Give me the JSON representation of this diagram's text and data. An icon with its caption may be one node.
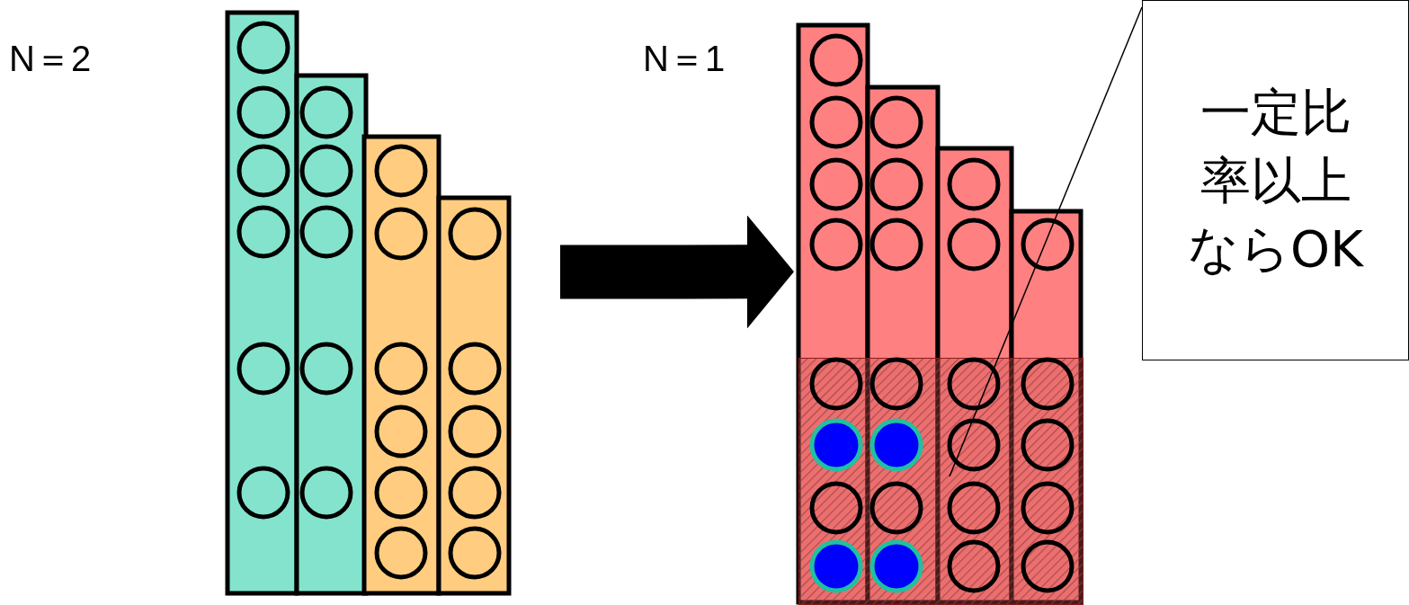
{
  "diagram": {
    "nodes": [
      {
        "text": [],
        "shape": "bar"
      },
      {
        "text": [],
        "shape": "bar"
      },
      {
        "text": [
          "一定比率以上ならOK"
        ]
      },
      {
        "text": [],
        "shape": "box",
        "in": 1
      }
    ],
    "edges": [
      {
        "from": 0,
        "to": 1,
        "arrow": "to",
        "style": "thick"
      },
      {
        "from": 2,
        "to": 3,
        "arrow": "none"
      }
    ],
    "labels": [
      "N＝2",
      "N＝1"
    ]
  }
}
